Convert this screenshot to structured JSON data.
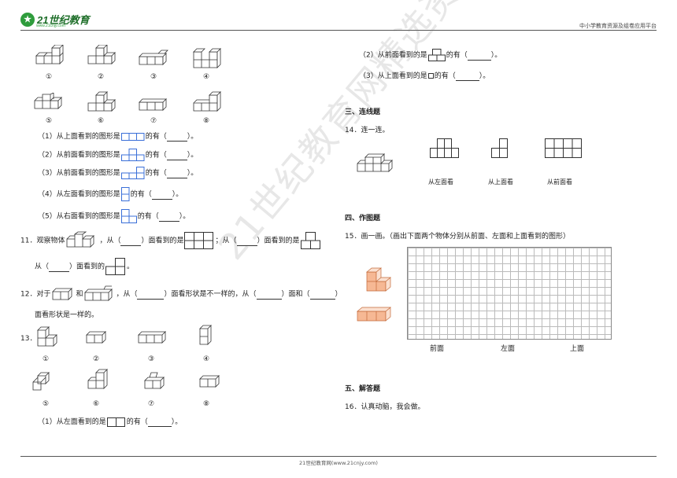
{
  "header": {
    "logo_text": "21世纪教育",
    "logo_sub": "www.21cnjy.com",
    "right_text": "中小学教育资源及组卷应用平台"
  },
  "footer": "21世纪教育网(www.21cnjy.com)",
  "watermark": "21世纪教育网精选资料",
  "q10": {
    "labels": [
      "①",
      "②",
      "③",
      "④",
      "⑤",
      "⑥",
      "⑦",
      "⑧"
    ],
    "sub1": {
      "pre": "（1）从上面看到的图形是",
      "post": "的有（",
      "end": "）。"
    },
    "sub2": {
      "pre": "（2）从前面看到的图形是",
      "post": "的有（",
      "end": "）。"
    },
    "sub3": {
      "pre": "（3）从前面看到的图形是",
      "post": "的有（",
      "end": "）。"
    },
    "sub4": {
      "pre": "（4）从左面看到的图形是",
      "post": "的有（",
      "end": "）。"
    },
    "sub5": {
      "pre": "（5）从右面看到的图形是",
      "post": "的有（",
      "end": "）。"
    }
  },
  "q11": {
    "a": "11．观察物体",
    "b": "，从（",
    "c": "）面看到的是",
    "d": "；从（",
    "e": "）面看到的是",
    "f": "从（",
    "g": "）面看到的",
    "h": "。"
  },
  "q12": {
    "a": "12．对于",
    "b": "和",
    "c": "，从（",
    "d": "）面看形状是不一样的，从（",
    "e": "）面和（",
    "f": "）",
    "line2": "面看形状是一样的。"
  },
  "q13": {
    "num": "13．",
    "labels": [
      "①",
      "②",
      "③",
      "④",
      "⑤",
      "⑥",
      "⑦",
      "⑧"
    ],
    "sub1": {
      "pre": "（1）从左面看到的是",
      "post": "的有（",
      "end": "）。"
    }
  },
  "right": {
    "sub2": {
      "pre": "（2）从前面看到的是",
      "post": "的有（",
      "end": "）。"
    },
    "sub3": {
      "pre": "（3）从上面看到的是",
      "post": "的有（",
      "end": "）。"
    },
    "sec3": "三、连线题",
    "q14": "14．连一连。",
    "q14_labels": [
      "从左面看",
      "从上面看",
      "从前面看"
    ],
    "sec4": "四、作图题",
    "q15": "15．画一画。（画出下面两个物体分别从前面、左面和上面看到的图形）",
    "q15_labels": [
      "前面",
      "左面",
      "上面"
    ],
    "sec5": "五、解答题",
    "q16": "16．认真动脑，我会做。"
  }
}
